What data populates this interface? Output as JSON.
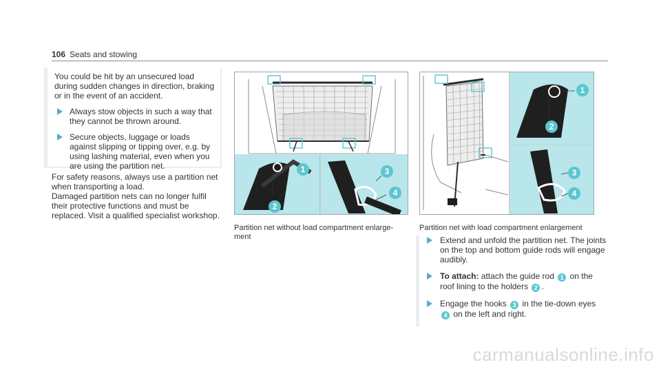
{
  "header": {
    "page": "106",
    "section": "Seats and stowing"
  },
  "warning": {
    "intro": "You could be hit by an unsecured load during sudden changes in direction, braking or in the event of an accident.",
    "bullets": [
      "Always stow objects in such a way that they cannot be thrown around.",
      "Secure objects, luggage or loads against slipping or tipping over, e.g. by using lashing material, even when you are using the partition net."
    ]
  },
  "body": {
    "p1": "For safety reasons, always use a partition net when transporting a load.",
    "p2": "Damaged partition nets can no longer fulfil their protective functions and must be replaced. Visit a qualified specialist workshop."
  },
  "figures": {
    "callouts": [
      "1",
      "2",
      "3",
      "4"
    ],
    "left_caption": "Partition net without load compartment enlarge-ment",
    "right_caption": "Partition net with load compartment enlargement"
  },
  "steps": {
    "s1": "Extend and unfold the partition net. The joints on the top and bottom guide rods will engage audibly.",
    "s2_bold": "To attach:",
    "s2_a": "attach the guide rod",
    "s2_b": "on the roof lining to the holders",
    "s2_c": ".",
    "s3_a": "Engage the hooks",
    "s3_b": "in the tie-down eyes",
    "s3_c": "on the left and right."
  },
  "watermark": "carmanualsonline.info",
  "colors": {
    "accent": "#5cc6cf",
    "inset_bg": "#b8e6ea",
    "rule": "#7a8f97"
  }
}
